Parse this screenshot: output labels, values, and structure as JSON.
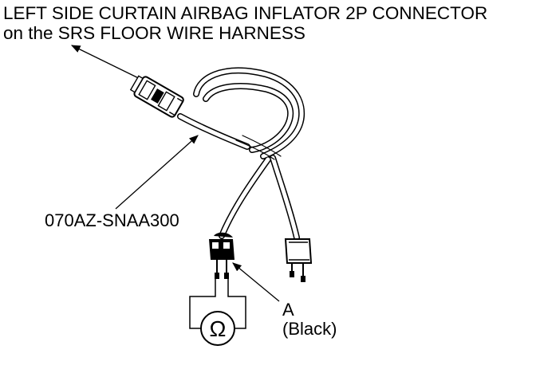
{
  "title": {
    "line1": "LEFT SIDE CURTAIN AIRBAG INFLATOR 2P CONNECTOR",
    "line2": "on the SRS FLOOR WIRE HARNESS"
  },
  "labels": {
    "part_number": "070AZ-SNAA300",
    "callout_letter": "A",
    "callout_note": "(Black)"
  },
  "ohmmeter": {
    "symbol": "Ω",
    "icon": "ohmmeter-icon"
  },
  "colors": {
    "line": "#000000",
    "background": "#ffffff"
  }
}
